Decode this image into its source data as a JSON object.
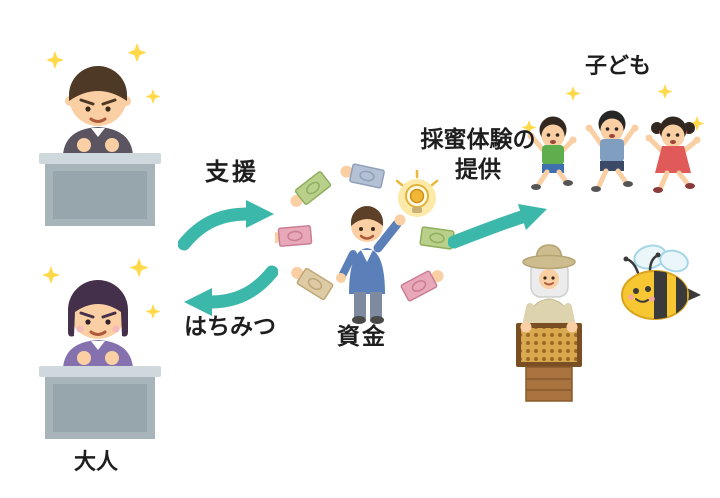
{
  "labels": {
    "support": "支援",
    "honey": "はちみつ",
    "funds": "資金",
    "experience_line1": "採蜜体験の",
    "experience_line2": "提供",
    "children": "子ども",
    "adults": "大人"
  },
  "colors": {
    "arrow": "#3cb8ab",
    "desk": "#a7b4ba",
    "bee": "#f7c733",
    "bulb": "#fdeaa8",
    "background": "#ffffff"
  },
  "illustrations": {
    "top_left": "adult-man-at-desk",
    "bottom_left": "adult-woman-at-desk",
    "center": "person-receiving-funds-with-idea",
    "top_right": "children-running",
    "bottom_right": "beekeeper-with-hive-frame",
    "far_right": "honeybee"
  }
}
